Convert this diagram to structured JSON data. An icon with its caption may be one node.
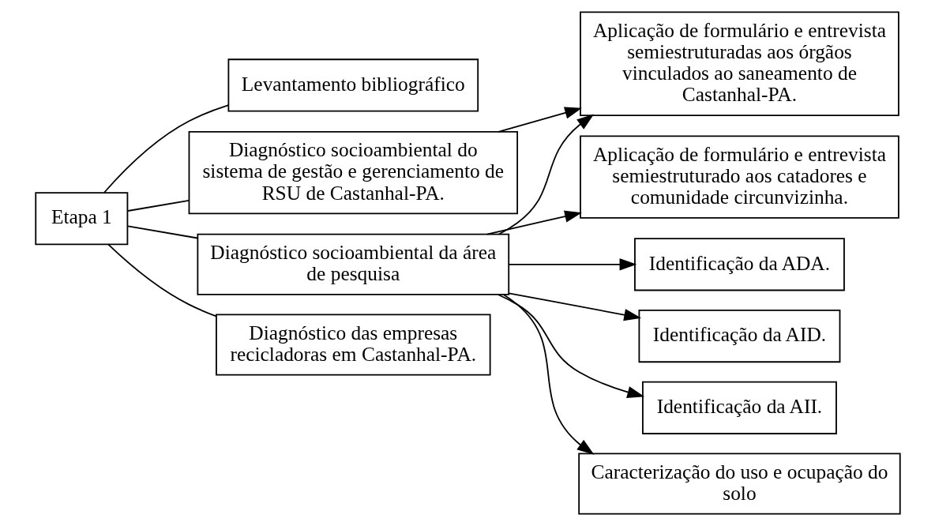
{
  "diagram": {
    "nodes": [
      {
        "text": [
          "Etapa 1"
        ]
      },
      {
        "text": [
          "Levantamento bibliográfico"
        ]
      },
      {
        "text": [
          "Diagnóstico socioambiental do sistema de gestão e gerenciamento de RSU de Castanhal-PA."
        ]
      },
      {
        "text": [
          "Diagnóstico socioambiental da área de pesquisa"
        ]
      },
      {
        "text": [
          "Diagnóstico das empresas recicladoras em Castanhal-PA."
        ]
      },
      {
        "text": [
          "Aplicação de formulário e entrevista semiestruturadas aos órgãos vinculados ao saneamento de Castanhal-PA."
        ]
      },
      {
        "text": [
          "Aplicação de formulário e entrevista semiestruturado aos catadores e comunidade circunvizinha."
        ]
      },
      {
        "text": [
          "Identificação da ADA."
        ]
      },
      {
        "text": [
          "Identificação da AID."
        ]
      },
      {
        "text": [
          "Identificação da AII."
        ]
      },
      {
        "text": [
          "Caracterização do uso e ocupação do solo"
        ]
      }
    ],
    "edges": [
      {
        "from": 0,
        "to": 1,
        "arrow": "none"
      },
      {
        "from": 0,
        "to": 2,
        "arrow": "none"
      },
      {
        "from": 0,
        "to": 3,
        "arrow": "none"
      },
      {
        "from": 0,
        "to": 4,
        "arrow": "none"
      },
      {
        "from": 2,
        "to": 5,
        "arrow": "to"
      },
      {
        "from": 3,
        "to": 5,
        "arrow": "to"
      },
      {
        "from": 3,
        "to": 6,
        "arrow": "to"
      },
      {
        "from": 3,
        "to": 7,
        "arrow": "to"
      },
      {
        "from": 3,
        "to": 8,
        "arrow": "to"
      },
      {
        "from": 3,
        "to": 9,
        "arrow": "to"
      },
      {
        "from": 3,
        "to": 10,
        "arrow": "to"
      }
    ]
  }
}
